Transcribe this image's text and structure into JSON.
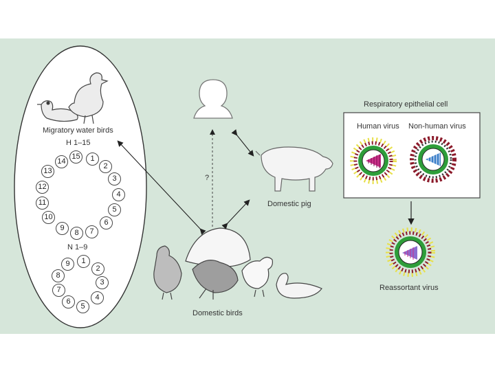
{
  "labels": {
    "migratory": "Migratory water birds",
    "h_range": "H 1–15",
    "n_range": "N 1–9",
    "respiratory": "Respiratory epithelial cell",
    "human_virus": "Human virus",
    "nonhuman_virus": "Non-human virus",
    "domestic_pig": "Domestic pig",
    "domestic_birds": "Domestic birds",
    "reassortant": "Reassortant virus",
    "question": "?"
  },
  "h_subtypes": [
    "1",
    "2",
    "3",
    "4",
    "5",
    "6",
    "7",
    "8",
    "9",
    "10",
    "11",
    "12",
    "13",
    "14",
    "15"
  ],
  "n_subtypes": [
    "1",
    "2",
    "3",
    "4",
    "5",
    "6",
    "7",
    "8",
    "9"
  ],
  "colors": {
    "background": "#d6e6da",
    "envelope_green": "#2e9e3a",
    "human_core": "#cc2f8a",
    "nonhuman_core": "#3a7ec8",
    "reassortant_core": "#8a6ed0",
    "spike_dark": "#8b1a2a",
    "spike_yellow": "#e8e04a"
  }
}
